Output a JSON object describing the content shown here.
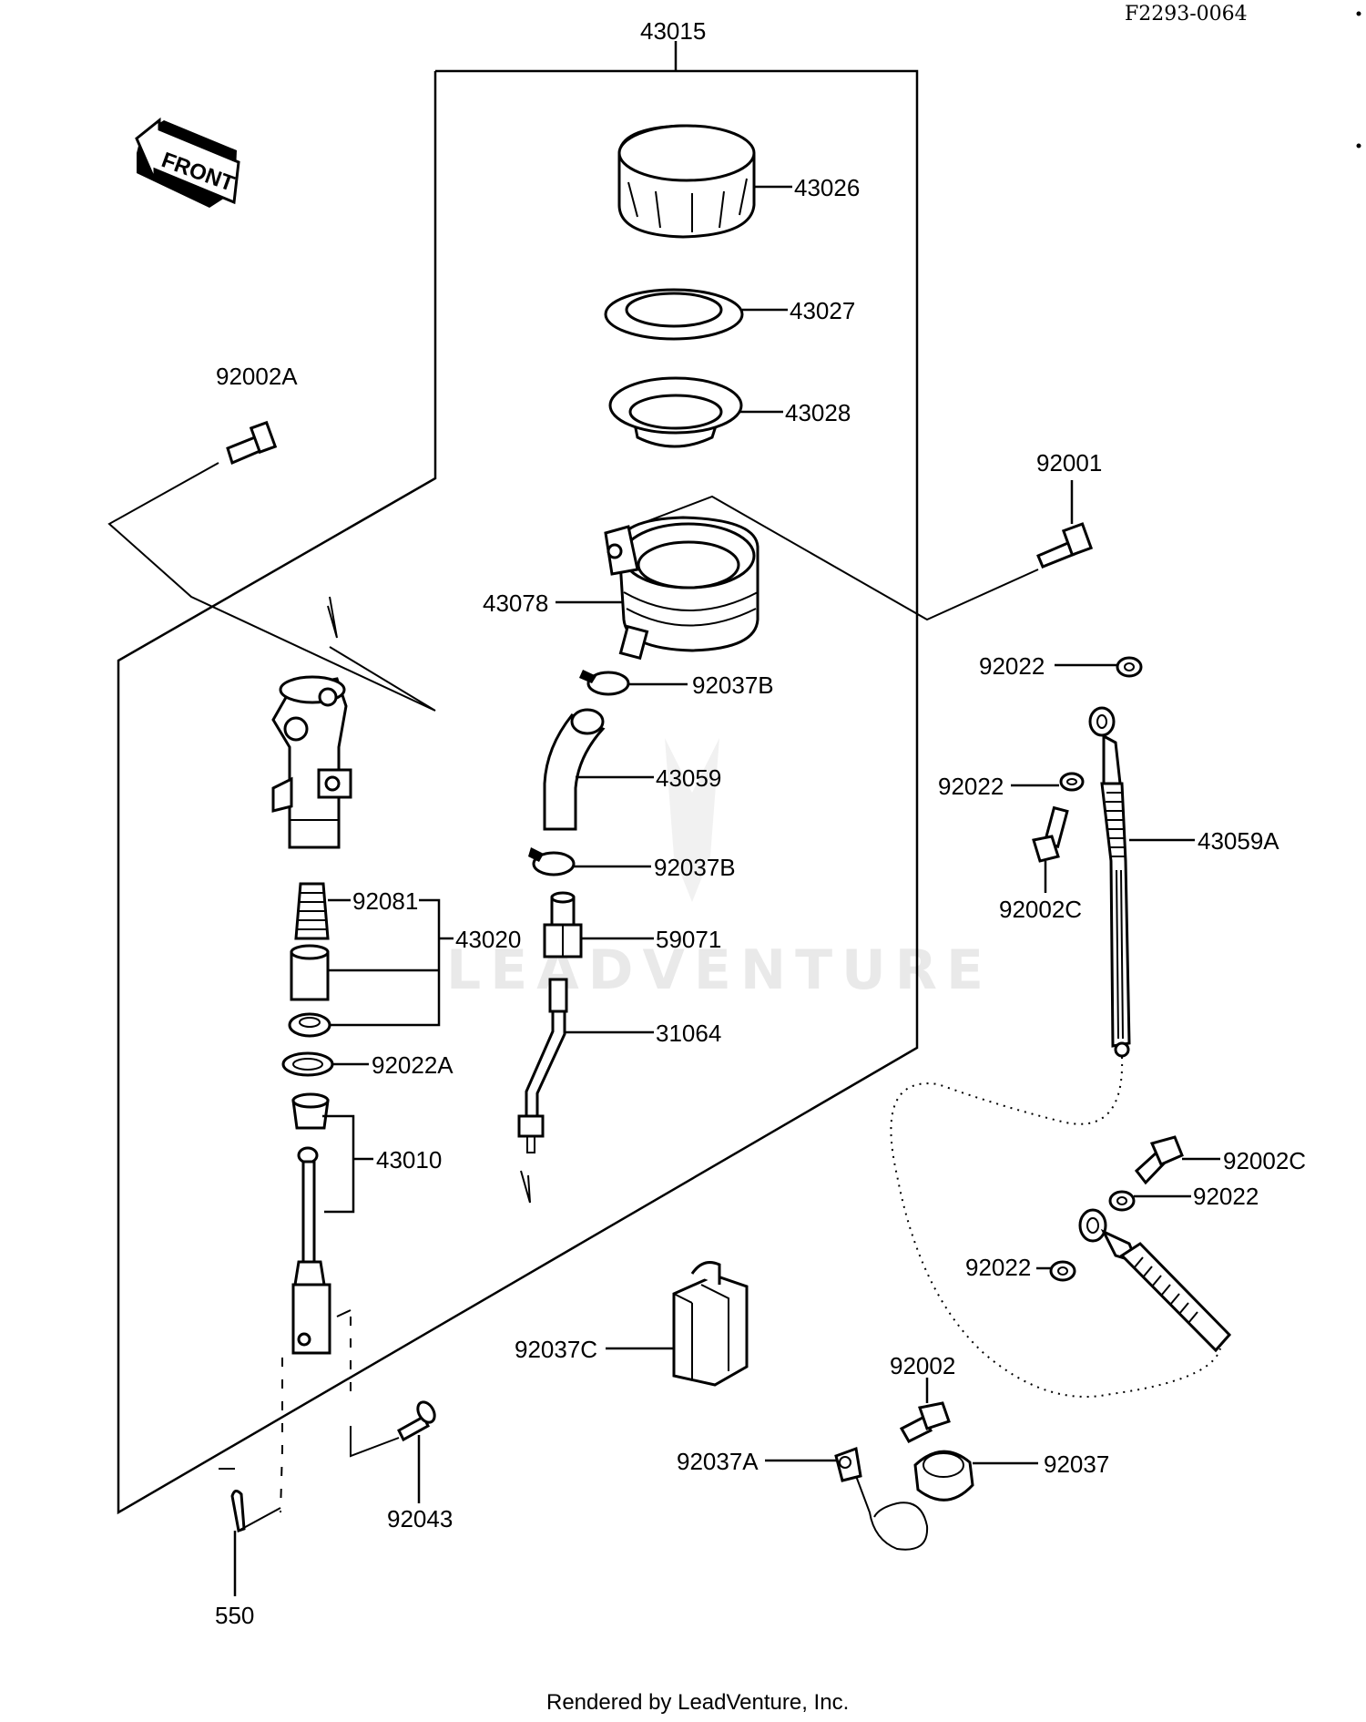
{
  "reference": "F2293-0064",
  "front_label": "FRONT",
  "watermark": "LEADVENTURE",
  "footer": "Rendered by LeadVenture, Inc.",
  "callouts": {
    "p43015": "43015",
    "p43026": "43026",
    "p43027": "43027",
    "p43028": "43028",
    "p92002A": "92002A",
    "p92001": "92001",
    "p43078": "43078",
    "p92022_a": "92022",
    "p92037B_a": "92037B",
    "p43059": "43059",
    "p92022_b": "92022",
    "p43059A": "43059A",
    "p92002C_a": "92002C",
    "p92037B_b": "92037B",
    "p92081": "92081",
    "p43020": "43020",
    "p59071": "59071",
    "p31064": "31064",
    "p92022A": "92022A",
    "p43010": "43010",
    "p92002C_b": "92002C",
    "p92022_c": "92022",
    "p92022_d": "92022",
    "p92037C": "92037C",
    "p92002": "92002",
    "p92037A": "92037A",
    "p92037": "92037",
    "p92043": "92043",
    "p550": "550"
  }
}
